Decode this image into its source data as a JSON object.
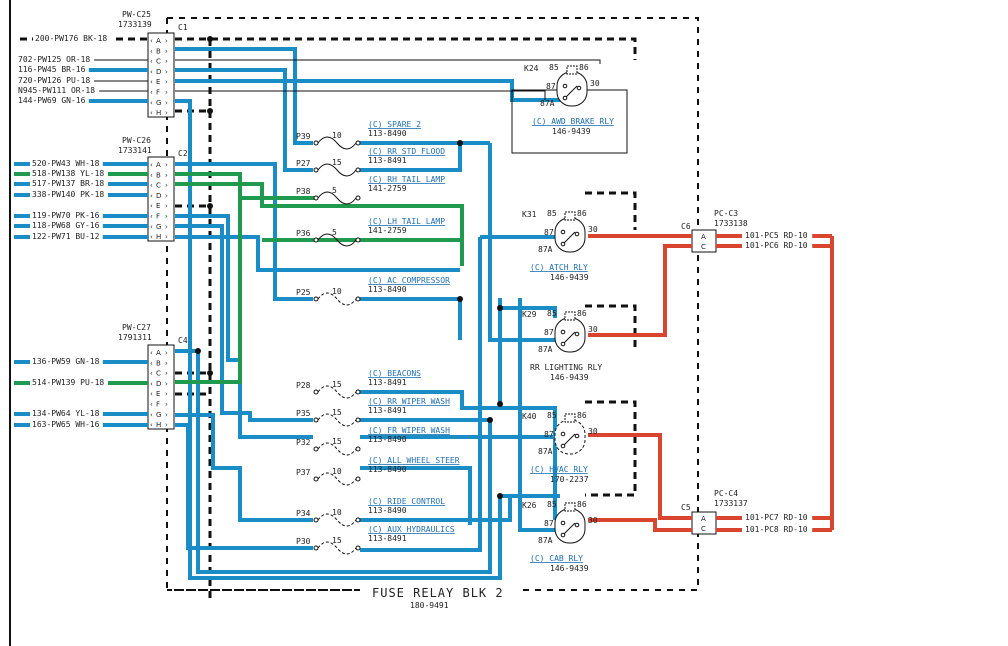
{
  "block": {
    "title": "FUSE RELAY BLK 2",
    "part": "180-9491"
  },
  "connectors": [
    {
      "id": "PW-C25",
      "part": "1733139",
      "cid": "C1",
      "pins": [
        "A",
        "B",
        "C",
        "D",
        "E",
        "F",
        "G",
        "H"
      ]
    },
    {
      "id": "PW-C26",
      "part": "1733141",
      "cid": "C2",
      "pins": [
        "A",
        "B",
        "C",
        "D",
        "E",
        "F",
        "G",
        "H"
      ]
    },
    {
      "id": "PW-C27",
      "part": "1791311",
      "cid": "C4",
      "pins": [
        "A",
        "B",
        "C",
        "D",
        "E",
        "F",
        "G",
        "H"
      ]
    },
    {
      "id": "PC-C3",
      "part": "1733138",
      "cid": "C6",
      "pins": [
        "A",
        "C"
      ]
    },
    {
      "id": "PC-C4",
      "part": "1733137",
      "cid": "C5",
      "pins": [
        "A",
        "C"
      ]
    }
  ],
  "wires_c1": [
    "200-PW176 BK-18",
    "702-PW125 OR-18",
    "116-PW45 BR-16",
    "720-PW126 PU-18",
    "N945-PW111 OR-18",
    "144-PW69 GN-16"
  ],
  "wires_c2": [
    "520-PW43 WH-18",
    "518-PW138 YL-18",
    "517-PW137 BR-18",
    "338-PW140 PK-18",
    "119-PW70 PK-16",
    "118-PW68 GY-16",
    "122-PW71 BU-12"
  ],
  "wires_c4": [
    "136-PW59 GN-18",
    "514-PW139 PU-18",
    "134-PW64 YL-18",
    "163-PW65 WH-16"
  ],
  "wires_c6": [
    "101-PC5 RD-10",
    "101-PC6 RD-10"
  ],
  "wires_c5": [
    "101-PC7 RD-10",
    "101-PC8 RD-10"
  ],
  "fuses": [
    {
      "id": "P39",
      "amps": "10",
      "name": "(C) SPARE 2",
      "part": "113-8490"
    },
    {
      "id": "P27",
      "amps": "15",
      "name": "(C) RR STD FLOOD",
      "part": "113-8491"
    },
    {
      "id": "P38",
      "amps": "5",
      "name": "(C) RH TAIL LAMP",
      "part": "141-2759"
    },
    {
      "id": "P36",
      "amps": "5",
      "name": "(C) LH TAIL LAMP",
      "part": "141-2759"
    },
    {
      "id": "P25",
      "amps": "10",
      "name": "(C) AC COMPRESSOR",
      "part": "113-8490"
    },
    {
      "id": "P28",
      "amps": "15",
      "name": "(C) BEACONS",
      "part": "113-8491"
    },
    {
      "id": "P35",
      "amps": "15",
      "name": "(C) RR WIPER WASH",
      "part": "113-8491"
    },
    {
      "id": "P32",
      "amps": "15",
      "name": "(C) FR WIPER WASH",
      "part": "113-8490"
    },
    {
      "id": "P37",
      "amps": "10",
      "name": "(C) ALL WHEEL STEER",
      "part": "113-8490"
    },
    {
      "id": "P34",
      "amps": "10",
      "name": "(C) RIDE CONTROL",
      "part": "113-8490"
    },
    {
      "id": "P30",
      "amps": "15",
      "name": "(C) AUX HYDRAULICS",
      "part": "113-8491"
    }
  ],
  "relays": [
    {
      "id": "K24",
      "name": "(C) AWD BRAKE RLY",
      "part": "146-9439"
    },
    {
      "id": "K31",
      "name": "(C) ATCH RLY",
      "part": "146-9439"
    },
    {
      "id": "K29",
      "name": "RR LIGHTING RLY",
      "part": "146-9439"
    },
    {
      "id": "K40",
      "name": "(C) HVAC RLY",
      "part": "170-2237"
    },
    {
      "id": "K26",
      "name": "(C) CAB RLY",
      "part": "146-9439"
    }
  ],
  "relay_pins": {
    "p85": "85",
    "p86": "86",
    "p87": "87",
    "p87a": "87A",
    "p30": "30"
  },
  "colors": {
    "blue": "#1a8cc6",
    "green": "#1f9a4f",
    "red": "#d9452f",
    "black": "#111111"
  }
}
